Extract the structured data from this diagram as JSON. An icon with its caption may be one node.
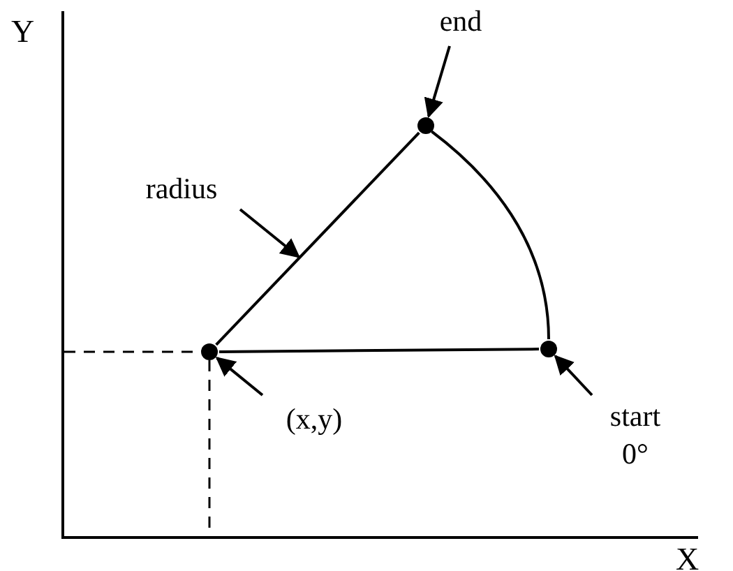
{
  "diagram": {
    "nodes": [
      {
        "text": [
          "end"
        ]
      },
      {
        "text": [],
        "shape": "circle"
      },
      {
        "text": [
          "radius"
        ]
      },
      {
        "text": [],
        "shape": "circle"
      },
      {
        "text": [],
        "shape": "circle"
      },
      {
        "text": [
          "(x,y)"
        ]
      },
      {
        "text": [
          "start 0°"
        ]
      }
    ],
    "edges": [
      {
        "from": 0,
        "to": 1,
        "arrow": "to"
      },
      {
        "from": 2,
        "to": null,
        "arrow": "to"
      },
      {
        "from": 3,
        "to": 1,
        "arrow": "none"
      },
      {
        "from": 3,
        "to": 4,
        "arrow": "none"
      },
      {
        "from": 4,
        "to": 1,
        "arrow": "none"
      },
      {
        "from": 5,
        "to": 3,
        "arrow": "to"
      },
      {
        "from": 6,
        "to": 4,
        "arrow": "to"
      }
    ],
    "labels": [
      "Y",
      "X"
    ]
  }
}
